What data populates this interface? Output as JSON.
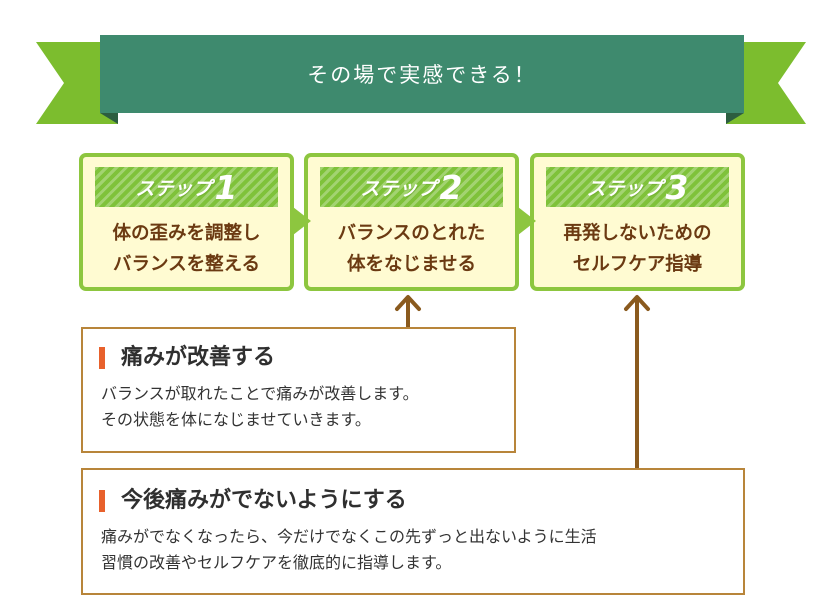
{
  "colors": {
    "ribbon_green": "#3e8a6e",
    "ribbon_tail": "#7cbd2e",
    "step_border": "#8dc63f",
    "step_fill": "#fffbd2",
    "step_text": "#6b3a12",
    "arrow_brown": "#8a5a1e",
    "accent_orange": "#e8612c"
  },
  "banner": {
    "title": "その場で実感できる！"
  },
  "steps": [
    {
      "label": "ステップ",
      "number": "1",
      "line1": "体の歪みを調整し",
      "line2": "バランスを整える"
    },
    {
      "label": "ステップ",
      "number": "2",
      "line1": "バランスのとれた",
      "line2": "体をなじませる"
    },
    {
      "label": "ステップ",
      "number": "3",
      "line1": "再発しないための",
      "line2": "セルフケア指導"
    }
  ],
  "info_boxes": [
    {
      "title": "痛みが改善する",
      "line1": "バランスが取れたことで痛みが改善します。",
      "line2": "その状態を体になじませていきます。"
    },
    {
      "title": "今後痛みがでないようにする",
      "line1": "痛みがでなくなったら、今だけでなくこの先ずっと出ないように生活",
      "line2": "習慣の改善やセルフケアを徹底的に指導します。"
    }
  ]
}
